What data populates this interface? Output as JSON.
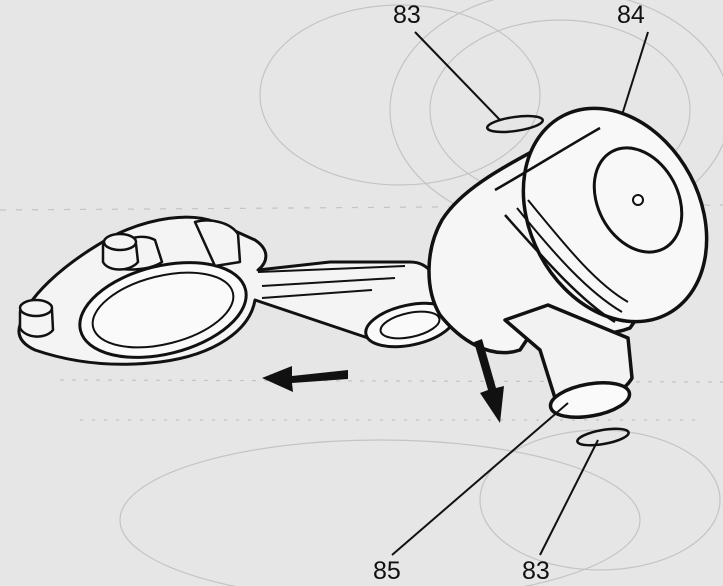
{
  "callouts": {
    "c83_top": "83",
    "c84": "84",
    "c85": "85",
    "c83_bottom": "83"
  },
  "colors": {
    "background": "#e6e6e6",
    "ink": "#111111",
    "faint": "#bdbdbd"
  }
}
